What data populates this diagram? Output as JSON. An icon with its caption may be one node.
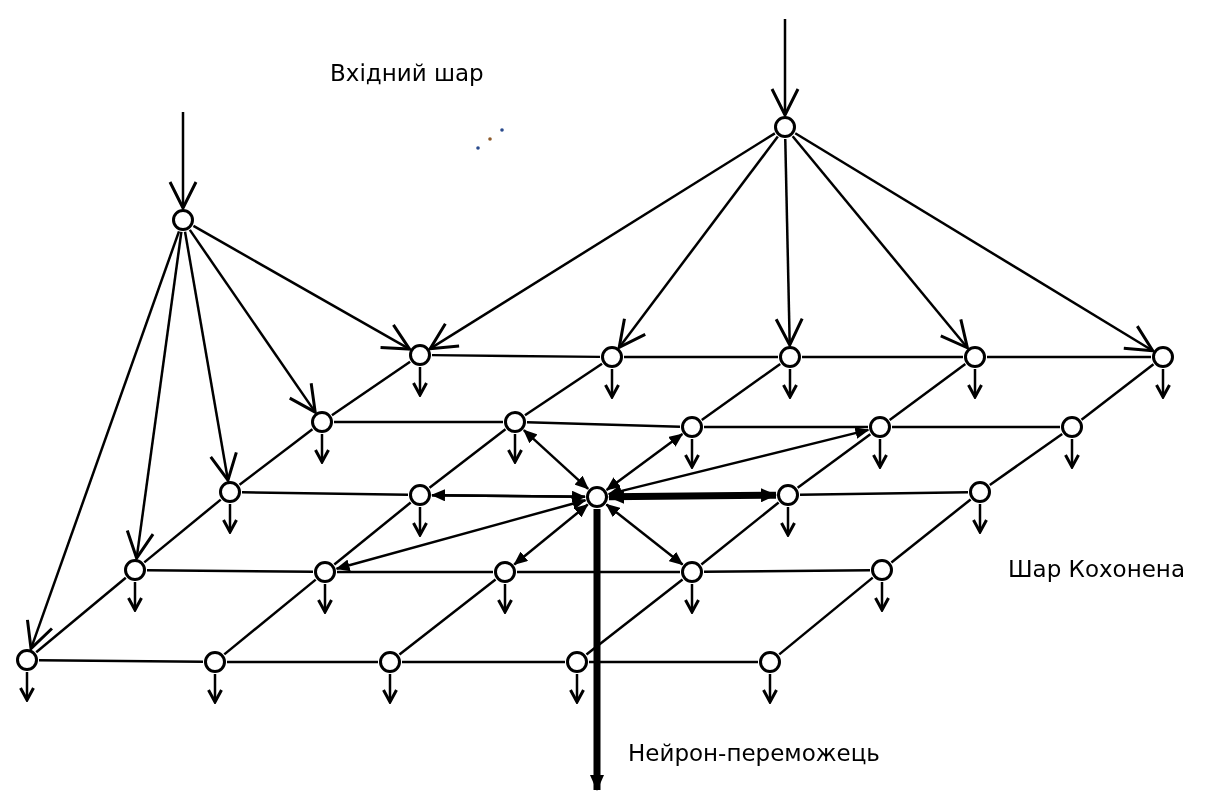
{
  "diagram": {
    "nodes": [
      {
        "text": [],
        "shape": "circle"
      },
      {
        "text": [],
        "shape": "circle"
      },
      {
        "text": [],
        "shape": "circle"
      },
      {
        "text": [],
        "shape": "circle"
      },
      {
        "text": [],
        "shape": "circle"
      },
      {
        "text": [],
        "shape": "circle"
      },
      {
        "text": [],
        "shape": "circle"
      },
      {
        "text": [],
        "shape": "circle"
      },
      {
        "text": [],
        "shape": "circle"
      },
      {
        "text": [],
        "shape": "circle"
      },
      {
        "text": [],
        "shape": "circle"
      },
      {
        "text": [],
        "shape": "circle"
      },
      {
        "text": [],
        "shape": "circle"
      },
      {
        "text": [],
        "shape": "circle"
      },
      {
        "text": [],
        "shape": "circle"
      },
      {
        "text": [],
        "shape": "circle"
      },
      {
        "text": [],
        "shape": "circle"
      },
      {
        "text": [],
        "shape": "circle"
      },
      {
        "text": [],
        "shape": "circle"
      },
      {
        "text": [],
        "shape": "circle"
      },
      {
        "text": [],
        "shape": "circle"
      },
      {
        "text": [],
        "shape": "circle"
      },
      {
        "text": [],
        "shape": "circle"
      },
      {
        "text": [],
        "shape": "circle"
      },
      {
        "text": [],
        "shape": "circle"
      },
      {
        "text": [],
        "shape": "circle"
      },
      {
        "text": [],
        "shape": "circle"
      }
    ],
    "edges": [
      {
        "from": null,
        "to": 0,
        "arrow": "to"
      },
      {
        "from": null,
        "to": 1,
        "arrow": "to"
      },
      {
        "from": 0,
        "to": 2,
        "arrow": "to"
      },
      {
        "from": 0,
        "to": 7,
        "arrow": "to"
      },
      {
        "from": 0,
        "to": 12,
        "arrow": "to"
      },
      {
        "from": 0,
        "to": 17,
        "arrow": "to"
      },
      {
        "from": 0,
        "to": 22,
        "arrow": "to"
      },
      {
        "from": 1,
        "to": 2,
        "arrow": "to"
      },
      {
        "from": 1,
        "to": 3,
        "arrow": "to"
      },
      {
        "from": 1,
        "to": 4,
        "arrow": "to"
      },
      {
        "from": 1,
        "to": 5,
        "arrow": "to"
      },
      {
        "from": 1,
        "to": 6,
        "arrow": "to"
      },
      {
        "from": 2,
        "to": 3,
        "arrow": "none"
      },
      {
        "from": 3,
        "to": 4,
        "arrow": "none"
      },
      {
        "from": 4,
        "to": 5,
        "arrow": "none"
      },
      {
        "from": 5,
        "to": 6,
        "arrow": "none"
      },
      {
        "from": 7,
        "to": 8,
        "arrow": "none"
      },
      {
        "from": 8,
        "to": 9,
        "arrow": "none"
      },
      {
        "from": 9,
        "to": 10,
        "arrow": "none"
      },
      {
        "from": 10,
        "to": 11,
        "arrow": "none"
      },
      {
        "from": 12,
        "to": 13,
        "arrow": "none"
      },
      {
        "from": 13,
        "to": 14,
        "arrow": "none"
      },
      {
        "from": 14,
        "to": 15,
        "arrow": "none"
      },
      {
        "from": 15,
        "to": 16,
        "arrow": "none"
      },
      {
        "from": 17,
        "to": 18,
        "arrow": "none"
      },
      {
        "from": 18,
        "to": 19,
        "arrow": "none"
      },
      {
        "from": 19,
        "to": 20,
        "arrow": "none"
      },
      {
        "from": 20,
        "to": 21,
        "arrow": "none"
      },
      {
        "from": 22,
        "to": 23,
        "arrow": "none"
      },
      {
        "from": 23,
        "to": 24,
        "arrow": "none"
      },
      {
        "from": 24,
        "to": 25,
        "arrow": "none"
      },
      {
        "from": 25,
        "to": 26,
        "arrow": "none"
      },
      {
        "from": 2,
        "to": 7,
        "arrow": "none"
      },
      {
        "from": 7,
        "to": 12,
        "arrow": "none"
      },
      {
        "from": 12,
        "to": 17,
        "arrow": "none"
      },
      {
        "from": 17,
        "to": 22,
        "arrow": "none"
      },
      {
        "from": 3,
        "to": 8,
        "arrow": "none"
      },
      {
        "from": 8,
        "to": 13,
        "arrow": "none"
      },
      {
        "from": 13,
        "to": 18,
        "arrow": "none"
      },
      {
        "from": 18,
        "to": 23,
        "arrow": "none"
      },
      {
        "from": 4,
        "to": 9,
        "arrow": "none"
      },
      {
        "from": 19,
        "to": 24,
        "arrow": "none"
      },
      {
        "from": 5,
        "to": 10,
        "arrow": "none"
      },
      {
        "from": 10,
        "to": 15,
        "arrow": "none"
      },
      {
        "from": 15,
        "to": 20,
        "arrow": "none"
      },
      {
        "from": 20,
        "to": 25,
        "arrow": "none"
      },
      {
        "from": 6,
        "to": 11,
        "arrow": "none"
      },
      {
        "from": 11,
        "to": 16,
        "arrow": "none"
      },
      {
        "from": 16,
        "to": 21,
        "arrow": "none"
      },
      {
        "from": 21,
        "to": 26,
        "arrow": "none"
      },
      {
        "from": 14,
        "to": 8,
        "arrow": "both"
      },
      {
        "from": 14,
        "to": 9,
        "arrow": "both"
      },
      {
        "from": 14,
        "to": 10,
        "arrow": "both"
      },
      {
        "from": 14,
        "to": 15,
        "arrow": "both",
        "style": "thick"
      },
      {
        "from": 14,
        "to": 13,
        "arrow": "both"
      },
      {
        "from": 14,
        "to": 18,
        "arrow": "both"
      },
      {
        "from": 14,
        "to": 19,
        "arrow": "both"
      },
      {
        "from": 14,
        "to": 20,
        "arrow": "both"
      },
      {
        "from": 2,
        "to": null,
        "arrow": "to"
      },
      {
        "from": 3,
        "to": null,
        "arrow": "to"
      },
      {
        "from": 4,
        "to": null,
        "arrow": "to"
      },
      {
        "from": 5,
        "to": null,
        "arrow": "to"
      },
      {
        "from": 6,
        "to": null,
        "arrow": "to"
      },
      {
        "from": 7,
        "to": null,
        "arrow": "to"
      },
      {
        "from": 8,
        "to": null,
        "arrow": "to"
      },
      {
        "from": 9,
        "to": null,
        "arrow": "to"
      },
      {
        "from": 10,
        "to": null,
        "arrow": "to"
      },
      {
        "from": 11,
        "to": null,
        "arrow": "to"
      },
      {
        "from": 12,
        "to": null,
        "arrow": "to"
      },
      {
        "from": 13,
        "to": null,
        "arrow": "to"
      },
      {
        "from": 15,
        "to": null,
        "arrow": "to"
      },
      {
        "from": 16,
        "to": null,
        "arrow": "to"
      },
      {
        "from": 17,
        "to": null,
        "arrow": "to"
      },
      {
        "from": 18,
        "to": null,
        "arrow": "to"
      },
      {
        "from": 19,
        "to": null,
        "arrow": "to"
      },
      {
        "from": 20,
        "to": null,
        "arrow": "to"
      },
      {
        "from": 21,
        "to": null,
        "arrow": "to"
      },
      {
        "from": 22,
        "to": null,
        "arrow": "to"
      },
      {
        "from": 23,
        "to": null,
        "arrow": "to"
      },
      {
        "from": 24,
        "to": null,
        "arrow": "to"
      },
      {
        "from": 25,
        "to": null,
        "arrow": "to"
      },
      {
        "from": 26,
        "to": null,
        "arrow": "to"
      },
      {
        "from": 14,
        "to": null,
        "arrow": "to",
        "style": "thick"
      }
    ],
    "labels": [
      "Вхідний шар",
      "Шар Кохонена",
      "Нейрон-переможець"
    ]
  }
}
